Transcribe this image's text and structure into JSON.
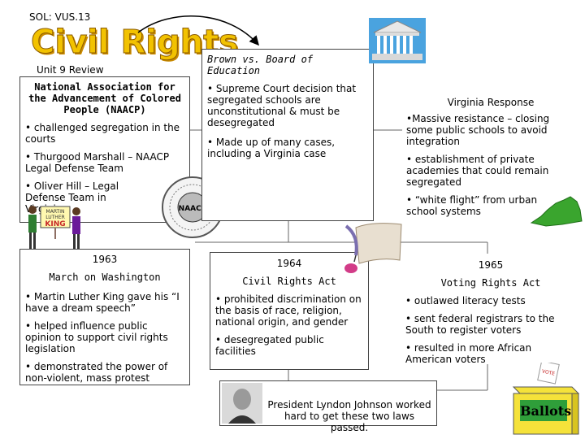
{
  "header": {
    "sol": "SOL: VUS.13",
    "title": "Civil Rights",
    "unit": "Unit 9 Review"
  },
  "naacp": {
    "title": "National Association for the Advancement of Colored People (NAACP)",
    "bullets": [
      "• challenged segregation in the courts",
      "• Thurgood Marshall – NAACP Legal Defense Team",
      "• Oliver Hill – Legal Defense Team in Virginia"
    ],
    "seal_text": "NAACP"
  },
  "brown": {
    "title": "Brown vs. Board of Education",
    "bullets": [
      "• Supreme Court decision that segregated schools are unconstitutional & must be desegregated",
      "• Made up of many cases, including a Virginia case"
    ]
  },
  "virginia": {
    "title": "Virginia Response",
    "bullets": [
      "•Massive resistance – closing some public schools to avoid integration",
      "• establishment of private academies that could remain segregated",
      "• “white flight” from urban school systems"
    ]
  },
  "march": {
    "year": "1963",
    "title": "March on Washington",
    "bullets": [
      "• Martin Luther King gave his “I have a dream speech”",
      "• helped influence public opinion to support civil rights legislation",
      "• demonstrated the power of non-violent, mass protest"
    ],
    "sign_lines": [
      "MARTIN",
      "LUTHER",
      "KING"
    ]
  },
  "cra": {
    "year": "1964",
    "title": "Civil Rights Act",
    "bullets": [
      "• prohibited discrimination on the basis of race, religion, national origin, and gender",
      "• desegregated public facilities"
    ]
  },
  "vra": {
    "year": "1965",
    "title": "Voting Rights Act",
    "bullets": [
      "• outlawed literacy tests",
      "• sent federal registrars to the South to register voters",
      "• resulted in more African American voters"
    ]
  },
  "lbj": {
    "text": "President Lyndon Johnson worked hard to get these two laws passed."
  },
  "ballot": {
    "label": "Ballots",
    "slip_text": "VOTE"
  },
  "colors": {
    "title_fill": "#f2c200",
    "virginia_green": "#3aa52e",
    "ballot_yellow": "#f5e23a",
    "ballot_green": "#2f9e3a"
  }
}
